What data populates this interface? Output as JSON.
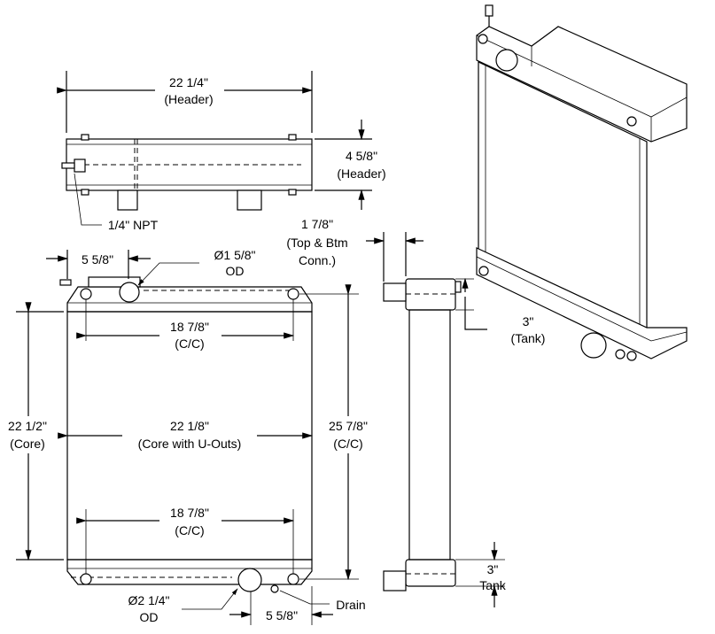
{
  "title": "Radiator dimension drawing",
  "top_view": {
    "header_width": {
      "value": "22 1/4\"",
      "label": "(Header)"
    },
    "header_depth": {
      "value": "4 5/8\"",
      "label": "(Header)"
    },
    "fitting": "1/4\" NPT"
  },
  "front_view": {
    "inlet_offset": "5 5/8\"",
    "inlet_diameter": {
      "value": "Ø1 5/8\"",
      "label": "OD"
    },
    "top_mount_cc": {
      "value": "18 7/8\"",
      "label": "(C/C)"
    },
    "core_height": {
      "value": "22 1/2\"",
      "label": "(Core)"
    },
    "core_width": {
      "value": "22 1/8\"",
      "label": "(Core with U-Outs)"
    },
    "vertical_cc": {
      "value": "25 7/8\"",
      "label": "(C/C)"
    },
    "bottom_mount_cc": {
      "value": "18 7/8\"",
      "label": "(C/C)"
    },
    "outlet_diameter": {
      "value": "Ø2 1/4\"",
      "label": "OD"
    },
    "outlet_offset": "5 5/8\"",
    "drain": "Drain"
  },
  "side_view": {
    "connection_depth": {
      "value": "1 7/8\"",
      "label1": "(Top & Btm",
      "label2": "Conn.)"
    },
    "top_tank": {
      "value": "3\"",
      "label": "(Tank)"
    },
    "bottom_tank": {
      "value": "3\"",
      "label": "Tank"
    }
  }
}
